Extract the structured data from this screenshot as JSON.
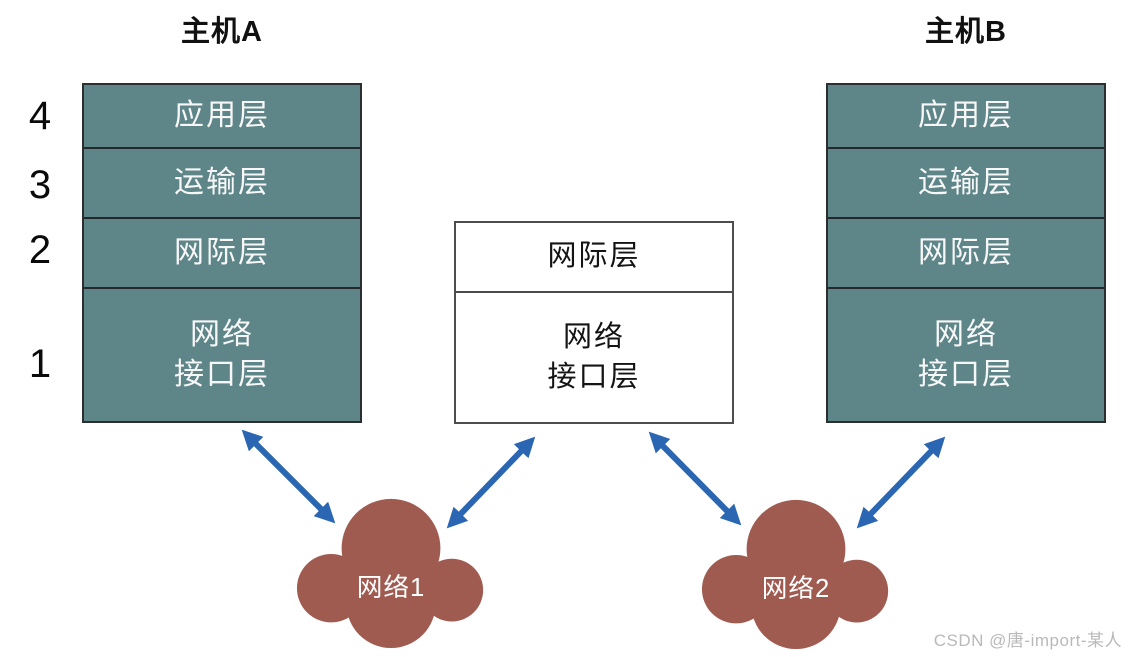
{
  "host_a": {
    "title": "主机A",
    "layers": [
      {
        "num": "4",
        "label": "应用层"
      },
      {
        "num": "3",
        "label": "运输层"
      },
      {
        "num": "2",
        "label": "网际层"
      },
      {
        "num": "1",
        "lines": [
          "网络",
          "接口层"
        ]
      }
    ]
  },
  "host_b": {
    "title": "主机B",
    "layers": [
      {
        "label": "应用层"
      },
      {
        "label": "运输层"
      },
      {
        "label": "网际层"
      },
      {
        "lines": [
          "网络",
          "接口层"
        ]
      }
    ]
  },
  "router": {
    "top_label": "网际层",
    "bottom_lines": [
      "网络",
      "接口层"
    ]
  },
  "clouds": [
    {
      "label": "网络1"
    },
    {
      "label": "网络2"
    }
  ],
  "watermark": "CSDN @唐-import-某人",
  "colors": {
    "layer_fill": "#5e8689",
    "cloud_fill": "#a05b51",
    "arrow_blue": "#2b66b3",
    "text_on_fill": "#f7f7f7"
  }
}
